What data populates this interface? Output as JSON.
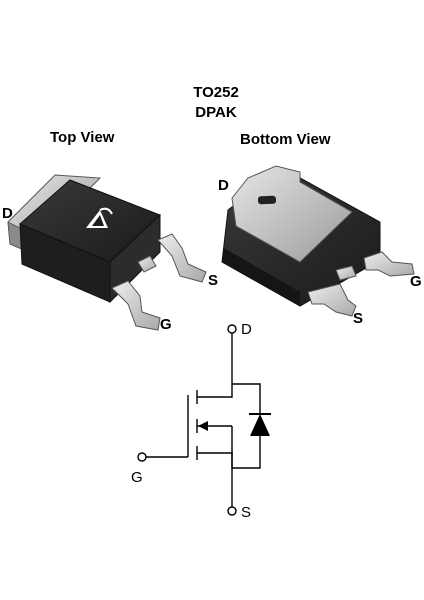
{
  "package": {
    "name": "TO252",
    "alias": "DPAK"
  },
  "views": {
    "top": {
      "label": "Top View",
      "pins": {
        "drain": "D",
        "gate": "G",
        "source": "S"
      }
    },
    "bottom": {
      "label": "Bottom View",
      "pins": {
        "drain": "D",
        "gate": "G",
        "source": "S"
      }
    }
  },
  "schematic": {
    "drain": "D",
    "gate": "G",
    "source": "S"
  },
  "colors": {
    "body": "#2a2a2a",
    "tab": "#c8c8c8",
    "lead": "#d4d4d4",
    "stroke": "#000000"
  }
}
